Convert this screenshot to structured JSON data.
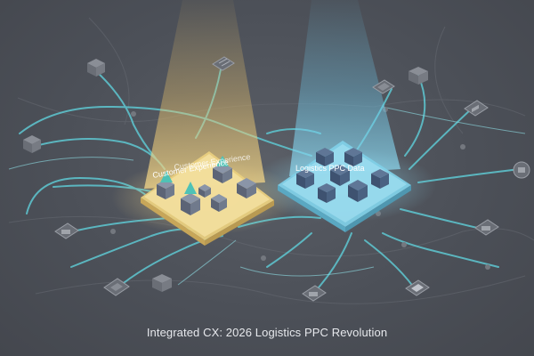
{
  "caption": "Integrated CX: 2026 Logistics PPC Revolution",
  "platforms": {
    "left": {
      "label_primary": "Customer Experience",
      "label_secondary": "Customer Experience",
      "color": "#f3dc8f",
      "beam_color": "#f1c76a"
    },
    "right": {
      "label_primary": "Logistics PPC Data",
      "color": "#8fd9ef",
      "beam_color": "#6cc6e8"
    }
  },
  "network_color": "#5ec8d2",
  "icons": [
    "server-icon",
    "box-icon",
    "monitor-icon",
    "truck-icon",
    "tablet-icon",
    "laptop-icon",
    "document-icon"
  ]
}
